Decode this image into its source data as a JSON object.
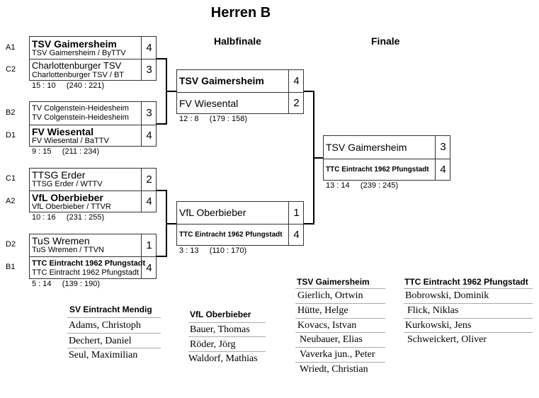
{
  "title": "Herren B",
  "rounds": {
    "semi": "Halbfinale",
    "final": "Finale"
  },
  "quarter": [
    {
      "top": {
        "seed": "A1",
        "name": "TSV Gaimersheim",
        "sub": "TSV Gaimersheim / ByTTV",
        "score": "4",
        "bold": true
      },
      "bottom": {
        "seed": "C2",
        "name": "Charlottenburger TSV",
        "sub": "Charlottenburger TSV / BT",
        "score": "3",
        "bold": false
      },
      "stat": "15 : 10     (240 : 221)"
    },
    {
      "top": {
        "seed": "B2",
        "name": "TV Colgenstein-Heidesheim",
        "sub": "TV Colgenstein-Heidesheim",
        "score": "3",
        "bold": false
      },
      "bottom": {
        "seed": "D1",
        "name": "FV Wiesental",
        "sub": "FV Wiesental / BaTTV",
        "score": "4",
        "bold": true
      },
      "stat": "9 : 15     (211 : 234)"
    },
    {
      "top": {
        "seed": "C1",
        "name": "TTSG Erder",
        "sub": "TTSG Erder / WTTV",
        "score": "2",
        "bold": false
      },
      "bottom": {
        "seed": "A2",
        "name": "VfL Oberbieber",
        "sub": "VfL Oberbieber / TTVR",
        "score": "4",
        "bold": true
      },
      "stat": "10 : 16     (231 : 255)"
    },
    {
      "top": {
        "seed": "D2",
        "name": "TuS Wremen",
        "sub": "TuS Wremen / TTVN",
        "score": "1",
        "bold": false
      },
      "bottom": {
        "seed": "B1",
        "name": "TTC Eintracht 1962 Pfungstadt",
        "sub": "TTC Eintracht 1962 Pfungstadt",
        "score": "4",
        "bold": true
      },
      "stat": "5 : 14     (139 : 190)"
    }
  ],
  "semi": [
    {
      "top": {
        "name": "TSV Gaimersheim",
        "score": "4",
        "bold": true
      },
      "bottom": {
        "name": "FV Wiesental",
        "score": "2",
        "bold": false
      },
      "stat": "12 : 8     (179 : 158)"
    },
    {
      "top": {
        "name": "VfL Oberbieber",
        "score": "1",
        "bold": false
      },
      "bottom": {
        "name": "TTC Eintracht 1962 Pfungstadt",
        "score": "4",
        "bold": true
      },
      "stat": "3 : 13     (110 : 170)"
    }
  ],
  "final": {
    "top": {
      "name": "TSV Gaimersheim",
      "score": "3",
      "bold": false
    },
    "bottom": {
      "name": "TTC Eintracht 1962 Pfungstadt",
      "score": "4",
      "bold": true
    },
    "stat": "13 : 14     (239 : 245)"
  },
  "rosters": [
    {
      "team": "SV Eintracht Mendig",
      "players": [
        "Adams, Christoph",
        "Dechert, Daniel",
        "Seul, Maximilian"
      ]
    },
    {
      "team": "VfL Oberbieber",
      "players": [
        "Bauer, Thomas",
        "Röder, Jörg",
        "Waldorf, Mathias"
      ]
    },
    {
      "team": "TSV Gaimersheim",
      "players": [
        "Gierlich, Ortwin",
        "Hütte, Helge",
        "Kovacs, Istvan",
        "Neubauer, Elias",
        "Vaverka jun., Peter",
        "Wriedt, Christian"
      ]
    },
    {
      "team": "TTC Eintracht 1962 Pfungstadt",
      "players": [
        "Bobrowski, Dominik",
        "Flick, Niklas",
        "Kurkowski, Jens",
        "Schweickert, Oliver"
      ]
    }
  ]
}
